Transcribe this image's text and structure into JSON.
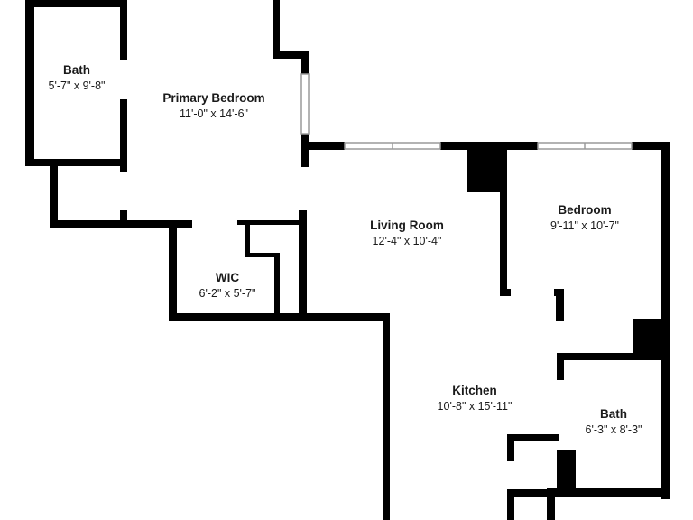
{
  "floor_plan": {
    "colors": {
      "wall": "#000000",
      "background": "#ffffff",
      "window": "#9a9a9a"
    },
    "rooms": [
      {
        "id": "bath-1",
        "name": "Bath",
        "dimensions": "5'-7\" x 9'-8\""
      },
      {
        "id": "primary-bedroom",
        "name": "Primary Bedroom",
        "dimensions": "11'-0\" x 14'-6\""
      },
      {
        "id": "wic",
        "name": "WIC",
        "dimensions": "6'-2\" x 5'-7\""
      },
      {
        "id": "living-room",
        "name": "Living Room",
        "dimensions": "12'-4\" x 10'-4\""
      },
      {
        "id": "bedroom",
        "name": "Bedroom",
        "dimensions": "9'-11\" x 10'-7\""
      },
      {
        "id": "kitchen",
        "name": "Kitchen",
        "dimensions": "10'-8\" x 15'-11\""
      },
      {
        "id": "bath-2",
        "name": "Bath",
        "dimensions": "6'-3\" x 8'-3\""
      }
    ]
  }
}
